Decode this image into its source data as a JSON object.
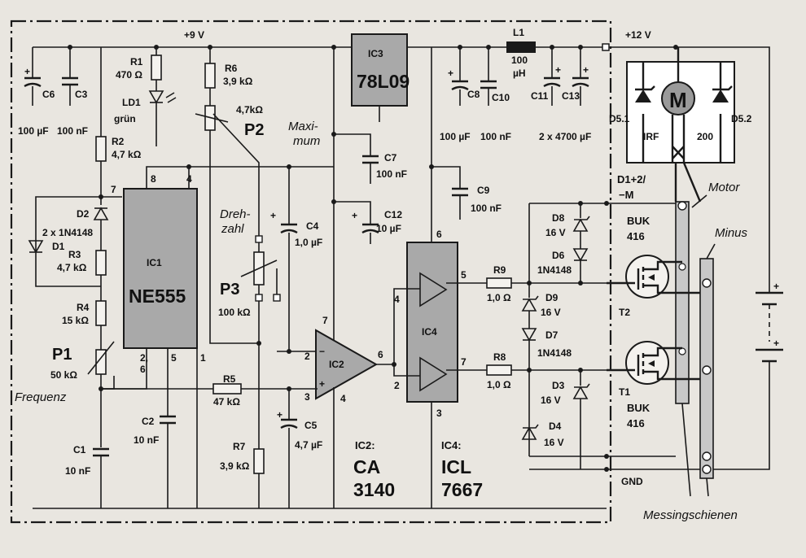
{
  "rails": {
    "v9": "+9 V",
    "v12": "+12 V",
    "gnd": "GND"
  },
  "ic1": {
    "ref": "IC1",
    "type": "NE555",
    "pin8": "8",
    "pin4": "4",
    "pin7": "7",
    "pin26": "2,\n6",
    "pin2": "2,",
    "pin6": "6",
    "pin5": "5",
    "pin1": "1"
  },
  "ic2": {
    "ref": "IC2",
    "pin7": "7",
    "pin2": "2",
    "pin3": "3",
    "pin4": "4",
    "pin6": "6",
    "minus": "−",
    "plus": "+",
    "caption": "IC2:",
    "type1": "CA",
    "type2": "3140"
  },
  "ic3": {
    "ref": "IC3",
    "type": "78L09"
  },
  "ic4": {
    "ref": "IC4",
    "pin6": "6",
    "pin4": "4",
    "pin5": "5",
    "pin2": "2",
    "pin7": "7",
    "pin3": "3",
    "caption": "IC4:",
    "type1": "ICL",
    "type2": "7667"
  },
  "components": {
    "c6": {
      "ref": "C6",
      "value": "100 µF"
    },
    "c3": {
      "ref": "C3",
      "value": "100 nF"
    },
    "r1": {
      "ref": "R1",
      "value": "470 Ω"
    },
    "ld1": {
      "ref": "LD1",
      "value": "grün"
    },
    "r6": {
      "ref": "R6",
      "value": "3,9 kΩ"
    },
    "p2": {
      "ref": "P2",
      "value": "4,7kΩ"
    },
    "r2": {
      "ref": "R2",
      "value": "4,7 kΩ"
    },
    "d2": {
      "ref": "D2"
    },
    "d1": {
      "ref": "D1"
    },
    "d12": {
      "value": "2 x 1N4148"
    },
    "r3": {
      "ref": "R3",
      "value": "4,7 kΩ"
    },
    "r4": {
      "ref": "R4",
      "value": "15 kΩ"
    },
    "p1": {
      "ref": "P1",
      "value": "50 kΩ",
      "caption": "Frequenz"
    },
    "c1": {
      "ref": "C1",
      "value": "10 nF"
    },
    "c2": {
      "ref": "C2",
      "value": "10 nF"
    },
    "r5": {
      "ref": "R5",
      "value": "47 kΩ"
    },
    "r7": {
      "ref": "R7",
      "value": "3,9 kΩ"
    },
    "p3": {
      "ref": "P3",
      "value": "100 kΩ",
      "caption1": "Dreh-",
      "caption2": "zahl"
    },
    "c4": {
      "ref": "C4",
      "value": "1,0 µF"
    },
    "c5": {
      "ref": "C5",
      "value": "4,7 µF"
    },
    "c7": {
      "ref": "C7",
      "value": "100 nF"
    },
    "c12": {
      "ref": "C12",
      "value": "10 µF"
    },
    "max": {
      "caption1": "Maxi-",
      "caption2": "mum"
    },
    "c8": {
      "ref": "C8",
      "value": "100 µF"
    },
    "c10": {
      "ref": "C10",
      "value": "100 nF"
    },
    "l1": {
      "ref": "L1",
      "value1": "100",
      "value2": "µH"
    },
    "c11": {
      "ref": "C11"
    },
    "c13": {
      "ref": "C13"
    },
    "c1113": {
      "value": "2 x 4700 µF"
    },
    "c9": {
      "ref": "C9",
      "value": "100 nF"
    },
    "r9": {
      "ref": "R9",
      "value": "1,0 Ω"
    },
    "r8": {
      "ref": "R8",
      "value": "1,0 Ω"
    },
    "d8": {
      "ref": "D8",
      "value": "16 V"
    },
    "d6": {
      "ref": "D6",
      "value": "1N4148"
    },
    "d9": {
      "ref": "D9",
      "value": "16 V"
    },
    "d7": {
      "ref": "D7",
      "value": "1N4148"
    },
    "d3": {
      "ref": "D3",
      "value": "16 V"
    },
    "d4": {
      "ref": "D4",
      "value": "16 V"
    },
    "d51": {
      "ref": "D5.1"
    },
    "d52": {
      "ref": "D5.2"
    },
    "motor": {
      "symbol": "M",
      "irf": "IRF",
      "n200": "200",
      "caption": "Motor"
    },
    "d12m": {
      "line1": "D1+2/",
      "line2": "−M"
    },
    "t2": {
      "ref": "T2",
      "type1": "BUK",
      "type2": "416"
    },
    "t1": {
      "ref": "T1",
      "type1": "BUK",
      "type2": "416"
    },
    "minus": {
      "caption": "Minus"
    },
    "schienen": {
      "caption": "Messingschienen"
    },
    "bat": {
      "plus1": "+",
      "plus2": "+"
    }
  }
}
